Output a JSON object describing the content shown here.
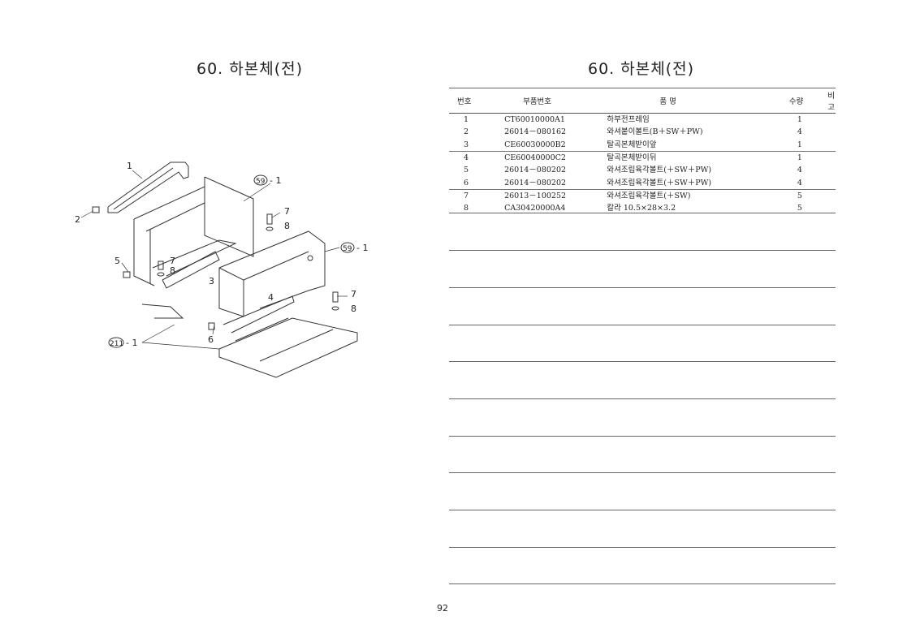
{
  "left_title": "60. 하본체(전)",
  "right_title": "60. 하본체(전)",
  "diagram": {
    "callouts": [
      "1",
      "2",
      "3",
      "4",
      "5",
      "6",
      "7",
      "8",
      "7",
      "8",
      "7",
      "8"
    ],
    "refs": [
      "59",
      "- 1",
      "59",
      "- 1",
      "211",
      "- 1"
    ]
  },
  "table": {
    "headers": [
      "번호",
      "부품번호",
      "품    명",
      "수량",
      "비  고"
    ],
    "rows": [
      {
        "no": "1",
        "part": "CT60010000A1",
        "name": "하부전프레임",
        "qty": "1",
        "note": ""
      },
      {
        "no": "2",
        "part": "26014－080162",
        "name": "와셔붙이볼트(B＋SW＋PW)",
        "qty": "4",
        "note": ""
      },
      {
        "no": "3",
        "part": "CE60030000B2",
        "name": "탈곡본체받이앞",
        "qty": "1",
        "note": ""
      },
      {
        "no": "4",
        "part": "CE60040000C2",
        "name": "탈곡본체받이뒤",
        "qty": "1",
        "note": ""
      },
      {
        "no": "5",
        "part": "26014－080202",
        "name": "와셔조립육각볼트(＋SW＋PW)",
        "qty": "4",
        "note": ""
      },
      {
        "no": "6",
        "part": "26014－080202",
        "name": "와셔조립육각볼트(＋SW＋PW)",
        "qty": "4",
        "note": ""
      },
      {
        "no": "7",
        "part": "26013－100252",
        "name": "와셔조립육각볼트(＋SW)",
        "qty": "5",
        "note": ""
      },
      {
        "no": "8",
        "part": "CA30420000A4",
        "name": "칼라 10.5×28×3.2",
        "qty": "5",
        "note": ""
      }
    ]
  },
  "page_number": "92"
}
